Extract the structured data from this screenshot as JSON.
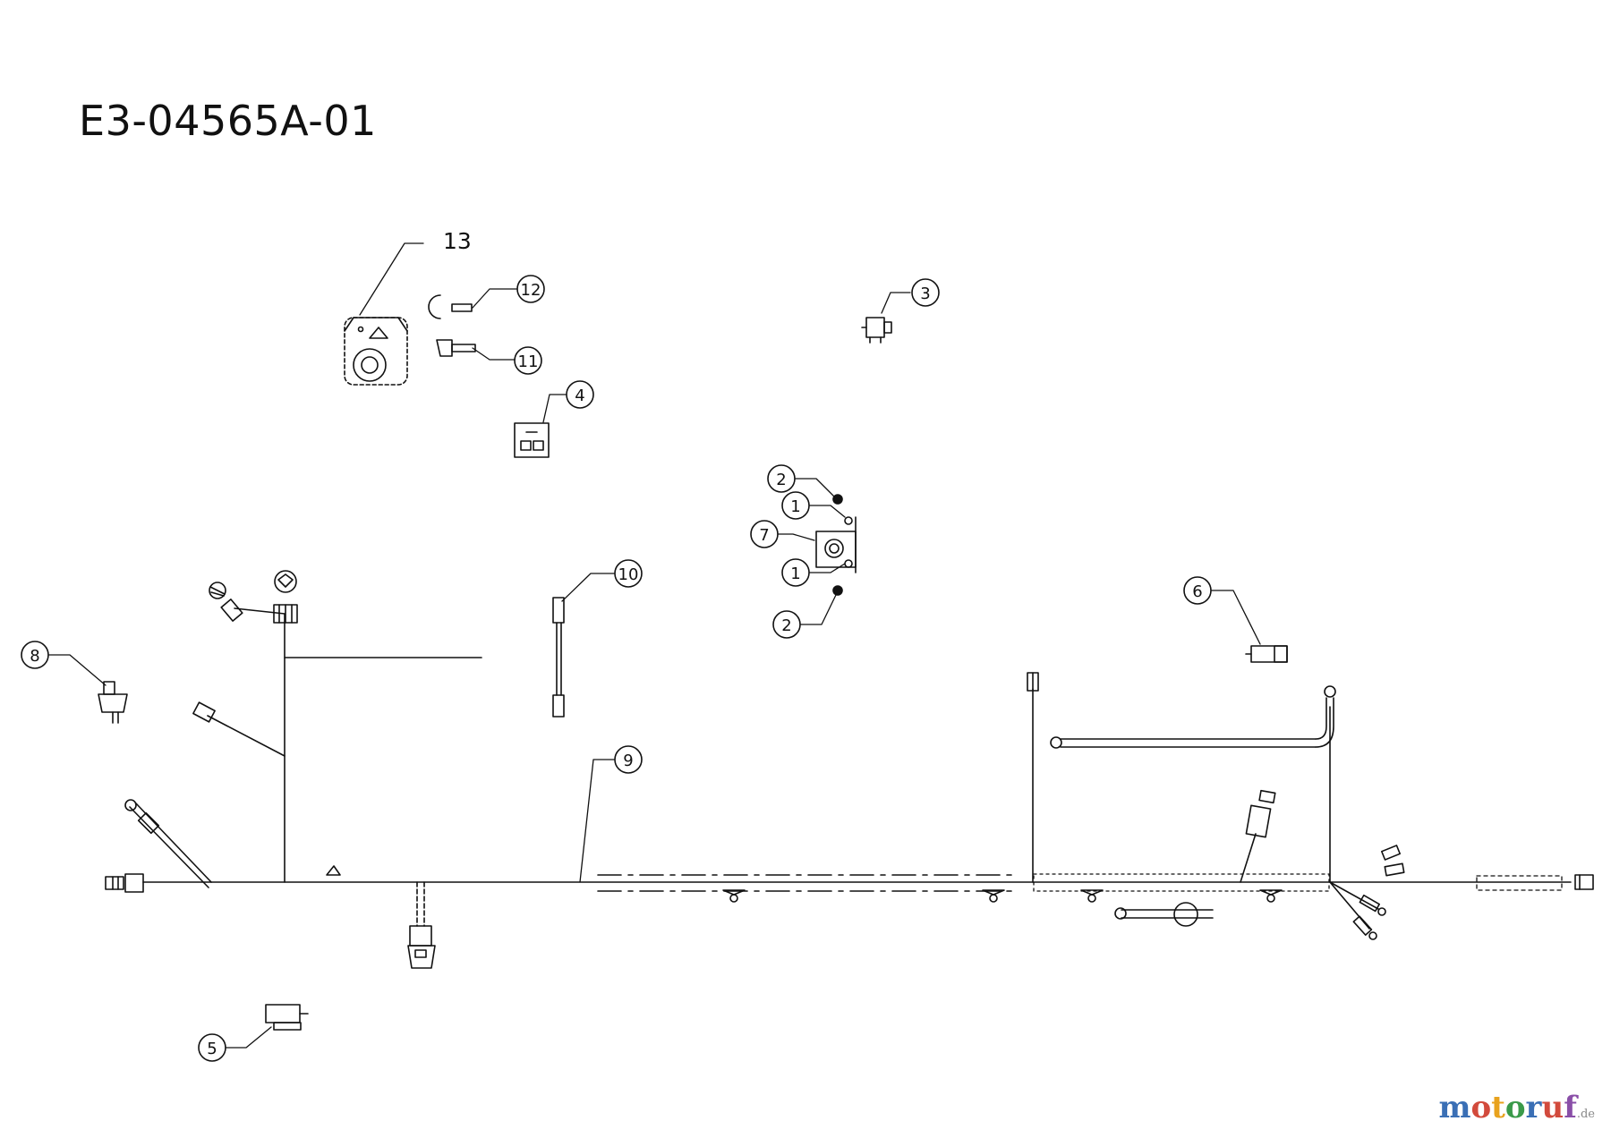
{
  "diagram": {
    "title": "E3-04565A-01",
    "callouts": [
      {
        "label": "13",
        "circled": false
      },
      {
        "label": "12",
        "circled": true
      },
      {
        "label": "11",
        "circled": true
      },
      {
        "label": "3",
        "circled": true
      },
      {
        "label": "4",
        "circled": true
      },
      {
        "label": "2",
        "circled": true
      },
      {
        "label": "1",
        "circled": true
      },
      {
        "label": "7",
        "circled": true
      },
      {
        "label": "1",
        "circled": true
      },
      {
        "label": "2",
        "circled": true
      },
      {
        "label": "10",
        "circled": true
      },
      {
        "label": "6",
        "circled": true
      },
      {
        "label": "8",
        "circled": true
      },
      {
        "label": "9",
        "circled": true
      },
      {
        "label": "5",
        "circled": true
      }
    ]
  },
  "watermark": {
    "letters": [
      "m",
      "o",
      "t",
      "o",
      "r",
      "u",
      "f"
    ],
    "letter_colors": [
      "#3a6fb5",
      "#d24a3c",
      "#e8a21e",
      "#3a9a4a",
      "#3a6fb5",
      "#d24a3c",
      "#8a4fa8"
    ],
    "suffix": ".de",
    "suffix_color": "#888888"
  },
  "colors": {
    "line": "#111111",
    "background": "#ffffff"
  }
}
